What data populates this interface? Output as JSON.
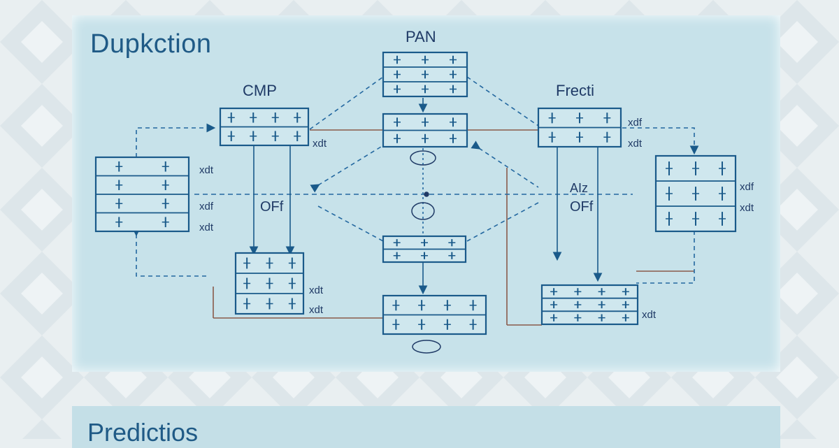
{
  "page": {
    "title": "Dupkction",
    "second_title": "Predictios"
  },
  "diagram": {
    "labels": {
      "pan": "PAN",
      "cmp": "CMP",
      "frecti": "Frecti",
      "off_left": "OFf",
      "off_right": "OFf",
      "alz": "AIz"
    },
    "side_marks": {
      "left_1": "xdt",
      "left_2": "xdf",
      "left_3": "xdt",
      "cmp_side": "xdt",
      "right_top_1": "xdf",
      "right_top_2": "xdt",
      "right_1": "xdf",
      "right_2": "xdt",
      "bottom_left_1": "xdt",
      "bottom_left_2": "xdt",
      "bottom_right": "xdt"
    },
    "colors": {
      "line": "#1a5a8a",
      "dashed": "#2468a0",
      "brown_line": "#8a5a4a",
      "panel": "#c7e2ea"
    }
  }
}
